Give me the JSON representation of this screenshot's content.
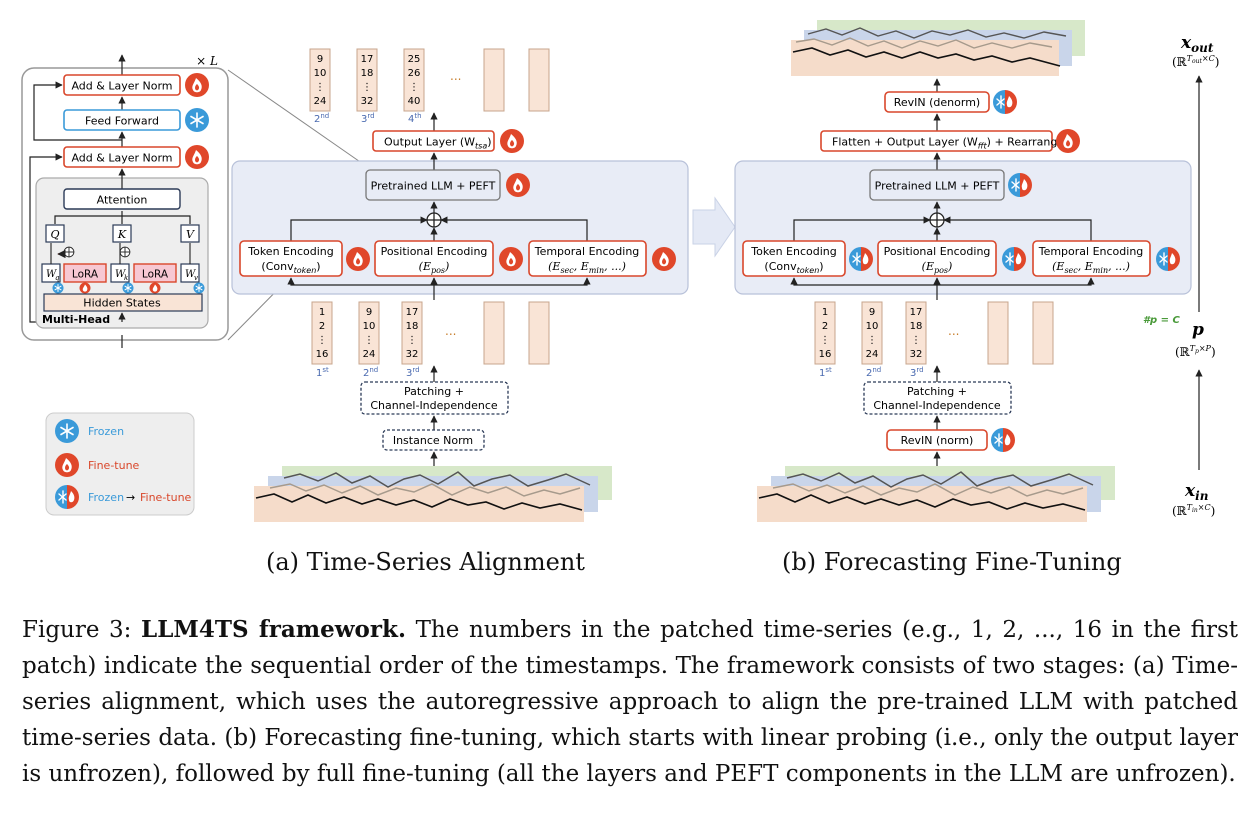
{
  "figure": {
    "transformer_block": {
      "repeat": "× L",
      "add_norm_top": "Add & Layer Norm",
      "feed_forward": "Feed Forward",
      "add_norm_mid": "Add & Layer Norm",
      "attention": "Attention",
      "q": "Q",
      "k": "K",
      "v": "V",
      "wq": "W",
      "wq_sub": "q",
      "wk": "W",
      "wk_sub": "k",
      "wv": "W",
      "wv_sub": "v",
      "lora1": "LoRA",
      "lora2": "LoRA",
      "hidden_states": "Hidden States",
      "multi_head": "Multi-Head"
    },
    "legend": {
      "frozen": "Frozen",
      "finetune": "Fine-tune",
      "frozen2": "Frozen",
      "arrow": "→",
      "finetune2": "Fine-tune"
    },
    "stage_a": {
      "output_layer": "Output Layer (W",
      "output_layer_sub": "tsa",
      "output_layer_end": ")",
      "llm": "Pretrained LLM + PEFT",
      "token_enc": "Token Encoding",
      "token_enc2": "(Conv",
      "token_enc2_sub": "token",
      "token_enc2_end": ")",
      "pos_enc": "Positional Encoding",
      "pos_enc2": "(E",
      "pos_enc2_sub": "pos",
      "pos_enc2_end": ")",
      "temp_enc": "Temporal Encoding",
      "temp_enc2": "(E",
      "temp_enc2_sub1": "sec",
      "temp_enc2_mid": ", E",
      "temp_enc2_sub2": "min",
      "temp_enc2_end": ", ...)",
      "patching1": "Patching +",
      "patching2": "Channel-Independence",
      "instance_norm": "Instance Norm",
      "top_patches": [
        {
          "vals": [
            "9",
            "10",
            "⋮",
            "24"
          ],
          "ord": "2",
          "sup": "nd"
        },
        {
          "vals": [
            "17",
            "18",
            "⋮",
            "32"
          ],
          "ord": "3",
          "sup": "rd"
        },
        {
          "vals": [
            "25",
            "26",
            "⋮",
            "40"
          ],
          "ord": "4",
          "sup": "th"
        }
      ],
      "bottom_patches": [
        {
          "vals": [
            "1",
            "2",
            "⋮",
            "16"
          ],
          "ord": "1",
          "sup": "st"
        },
        {
          "vals": [
            "9",
            "10",
            "⋮",
            "24"
          ],
          "ord": "2",
          "sup": "nd"
        },
        {
          "vals": [
            "17",
            "18",
            "⋮",
            "32"
          ],
          "ord": "3",
          "sup": "rd"
        }
      ],
      "ellipsis": "...",
      "caption": "(a) Time-Series Alignment"
    },
    "stage_b": {
      "revin_denorm": "RevIN (denorm)",
      "output_layer": "Flatten + Output Layer (W",
      "output_layer_sub": "fft",
      "output_layer_end": ") + Rearrange",
      "llm": "Pretrained LLM + PEFT",
      "token_enc": "Token Encoding",
      "token_enc2": "(Conv",
      "token_enc2_sub": "token",
      "token_enc2_end": ")",
      "pos_enc": "Positional Encoding",
      "pos_enc2": "(E",
      "pos_enc2_sub": "pos",
      "pos_enc2_end": ")",
      "temp_enc": "Temporal Encoding",
      "temp_enc2": "(E",
      "temp_enc2_sub1": "sec",
      "temp_enc2_mid": ", E",
      "temp_enc2_sub2": "min",
      "temp_enc2_end": ", ...)",
      "patching1": "Patching +",
      "patching2": "Channel-Independence",
      "revin_norm": "RevIN (norm)",
      "bottom_patches": [
        {
          "vals": [
            "1",
            "2",
            "⋮",
            "16"
          ],
          "ord": "1",
          "sup": "st"
        },
        {
          "vals": [
            "9",
            "10",
            "⋮",
            "24"
          ],
          "ord": "2",
          "sup": "nd"
        },
        {
          "vals": [
            "17",
            "18",
            "⋮",
            "32"
          ],
          "ord": "3",
          "sup": "rd"
        }
      ],
      "ellipsis": "...",
      "caption": "(b) Forecasting Fine-Tuning"
    },
    "shapes": {
      "x_out": "x",
      "x_out_sub": "out",
      "x_out_dim": "(ℝ",
      "x_out_dim_sup": "T",
      "x_out_dim_supsub": "out",
      "x_out_dim_sup2": "×C",
      "x_out_dim_end": ")",
      "p": "p",
      "p_dim": "(ℝ",
      "p_dim_sup": "T",
      "p_dim_supsub": "p",
      "p_dim_sup2": "×P",
      "p_dim_end": ")",
      "p_count": "#p = C",
      "x_in": "x",
      "x_in_sub": "in",
      "x_in_dim": "(ℝ",
      "x_in_dim_sup": "T",
      "x_in_dim_supsub": "in",
      "x_in_dim_sup2": "×C",
      "x_in_dim_end": ")"
    }
  },
  "caption": {
    "label": "Figure 3:",
    "title": "LLM4TS framework.",
    "text": "The numbers in the patched time-series (e.g., 1, 2, ..., 16 in the first patch) indicate the sequential order of the timestamps. The framework consists of two stages: (a) Time-series alignment, which uses the autoregressive approach to align the pre-trained LLM with patched time-series data. (b) Forecasting fine-tuning, which starts with linear probing (i.e., only the output layer is unfrozen), followed by full fine-tuning (all the layers and PEFT components in the LLM are unfrozen)."
  },
  "colors": {
    "red": "#d9472b",
    "blue_frozen": "#3a9ad9",
    "panel": "#e8ecf6",
    "patch": "#f9e4d6",
    "dark_navy": "#2b3a57",
    "green_text": "#4a9a3a"
  }
}
